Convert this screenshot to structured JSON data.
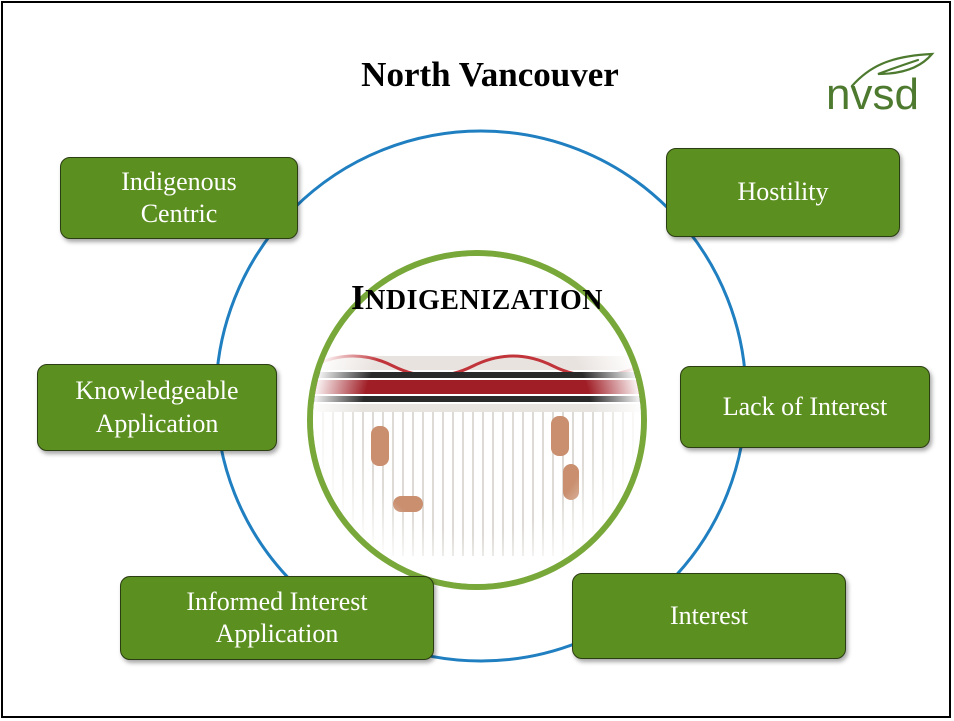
{
  "title": "North Vancouver",
  "logo": {
    "text": "nvsd",
    "icon": "leaf-icon",
    "color": "#4d7a2f"
  },
  "center": {
    "first_letter": "I",
    "rest": "NDIGENIZATION"
  },
  "stages": {
    "indigenous_centric": {
      "line1": "Indigenous",
      "line2": "Centric"
    },
    "hostility": {
      "line1": "Hostility"
    },
    "knowledgeable_application": {
      "line1": "Knowledgeable",
      "line2": "Application"
    },
    "lack_of_interest": {
      "line1": "Lack of Interest"
    },
    "informed_interest_application": {
      "line1": "Informed Interest",
      "line2": "Application"
    },
    "interest": {
      "line1": "Interest"
    }
  },
  "colors": {
    "box_fill": "#5b8f1f",
    "outer_ring": "#1f7fc0",
    "inner_ring": "#79a83a"
  }
}
